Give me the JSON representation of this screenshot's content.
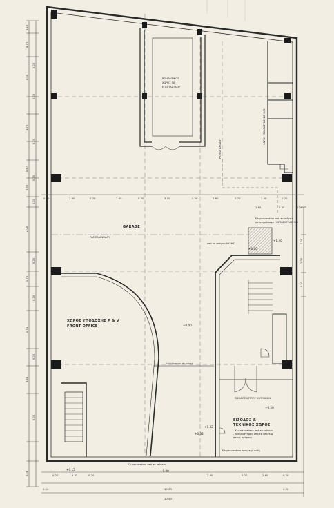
{
  "rooms": {
    "garage": "GARAGE",
    "storage_top": [
      "ΒΟΗΘΗΤΙΚΟΣ",
      "ΧΩΡΟΣ ΓΙΑ",
      "ΕΓΚΑΤΑΣΤΑΣΗ"
    ],
    "mech_vertical": "ΧΩΡΟΣ ΕΓΚΑΤΑΣΤΑΣΕΩΝ Η/Μ",
    "ramp_vertical": "ΡΑΜΠΑ ΑΝΟΔΟΥ",
    "ramp_label": "ΡΑΜΠΑ ΑΝΟΔΟΥ",
    "front_office_gr": "ΧΩΡΟΣ ΥΠΟΔΟΧΗΣ Ρ & V",
    "front_office_en": "FRONT OFFICE",
    "lobby": [
      "ΕΙΣΟΔΟΣ &",
      "ΤΕΧΝΙΚΟΣ ΧΩΡΟΣ"
    ]
  },
  "notes": {
    "right_top": [
      "Κλιμακοστάσιο από το ισόγειο",
      "στον ημιόροφο / ΚΑΤΑΣΚΕΥΑΣΤΙΚΟ"
    ],
    "ramp_note": "από το ισόγειο ΑΥΛΗΣ",
    "counter_note": "Διαμόρφωση σε εσοχή",
    "entrance_note": "ΕΙΣΟΔΟΣ ΚΤΙΡΙΟΥ ΚΑΤΟΙΚΙΩΝ",
    "lobby_note": [
      "- Κλιμακοστάσιο από το ισόγειο",
      "- Ανελκυστήρας από το υπόγειο",
      "  στους ορόφους"
    ],
    "bottom_left_note": "Κλιμακοστάσιο από το ισόγειο",
    "bottom_right_note": "Κλιμακοστάσιο προς την αυλή"
  },
  "levels": {
    "garage": "+0.00",
    "front": "+0.00",
    "lobby": "+0.20",
    "lobby_small": "+0.32",
    "stair": "+0.15",
    "exterior": "+0.00",
    "ramp": "+0.32",
    "ramp_in": "+1.20"
  },
  "dims": {
    "top_row": [
      "0.20",
      "2.60",
      "0.20",
      "2.60",
      "0.20",
      "3.10",
      "0.20",
      "2.60",
      "0.20",
      "2.60",
      "0.20"
    ],
    "mid_row": [
      "1.65",
      "2.45",
      "0.20"
    ],
    "bottom_row": [
      "0.20",
      "1.65",
      "0.20",
      "2.60",
      "0.20",
      "2.60",
      "0.20"
    ],
    "total_lines": [
      "0.20",
      "10.33",
      "0.20",
      "10.53"
    ],
    "left_col": [
      "0.20",
      "4.75",
      "0.20",
      "4.05",
      "0.20",
      "4.75",
      "0.20",
      "0.47",
      "0.20",
      "5.35",
      "0.20",
      "2.00",
      "0.20",
      "1.70",
      "0.20",
      "2.71",
      "0.20",
      "3.33",
      "0.20",
      "0.46"
    ],
    "right_col": [
      "1.20",
      "2.70",
      "0.20"
    ]
  }
}
